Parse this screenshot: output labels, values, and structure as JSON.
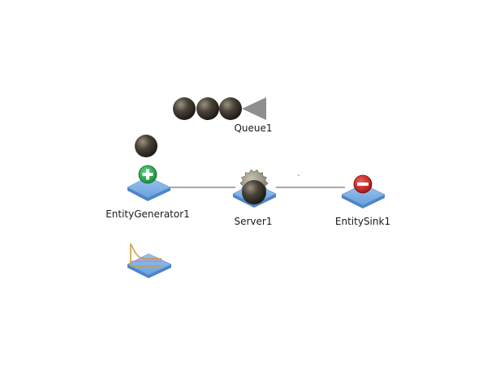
{
  "nodes": {
    "queue": {
      "label": "Queue1"
    },
    "generator": {
      "label": "EntityGenerator1"
    },
    "server": {
      "label": "Server1"
    },
    "sink": {
      "label": "EntitySink1"
    }
  },
  "queue_entity_count": 3,
  "colors": {
    "pad_top": "#7fb1e8",
    "pad_side": "#4d84c4",
    "entity": "#4a4438",
    "connector": "#555555",
    "gen_badge": "#1fa34a",
    "sink_badge": "#cc1b1b",
    "queue_arrow": "#888888"
  },
  "icons": {
    "generator": "plus-icon",
    "sink": "minus-icon",
    "server": "gear-icon",
    "queue": "triangle-arrow-icon",
    "graph": "time-series-graph-icon"
  }
}
